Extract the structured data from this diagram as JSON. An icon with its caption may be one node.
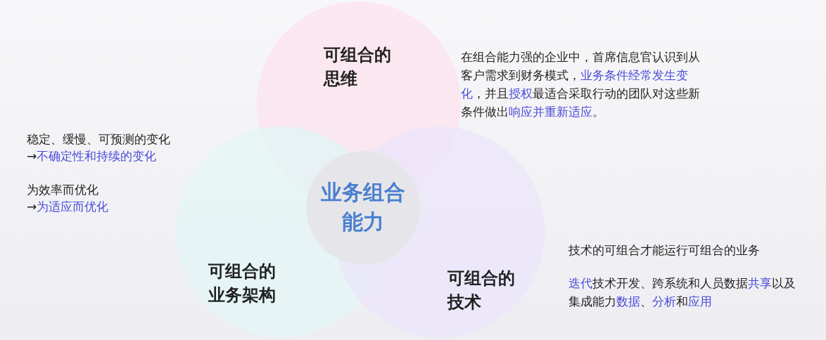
{
  "diagram": {
    "nodes": [
      {
        "text": [
          "可组合的思维"
        ]
      },
      {
        "text": [
          "可组合的业务架构"
        ]
      },
      {
        "text": [
          "可组合的技术"
        ]
      },
      {
        "text": [
          "业务组合能力"
        ]
      }
    ],
    "labels": [
      "在组合能力强的企业中，首席信息官认识到从客户需求到财务模式，**业务条件经常发生变化**，并且**授权**最适合采取行动的团队对这些新条件做出**响应并重新适应**。",
      "稳定、缓慢、可预测的变化",
      "→**不确定性和持续的变化**",
      "为效率而优化",
      "→**为适应而优化**",
      "技术的可组合才能运行可组合的业务",
      "**迭代**技术开发、跨系统和人员数据**共享**以及集成能力**数据**、**分析**和**应用**"
    ]
  }
}
